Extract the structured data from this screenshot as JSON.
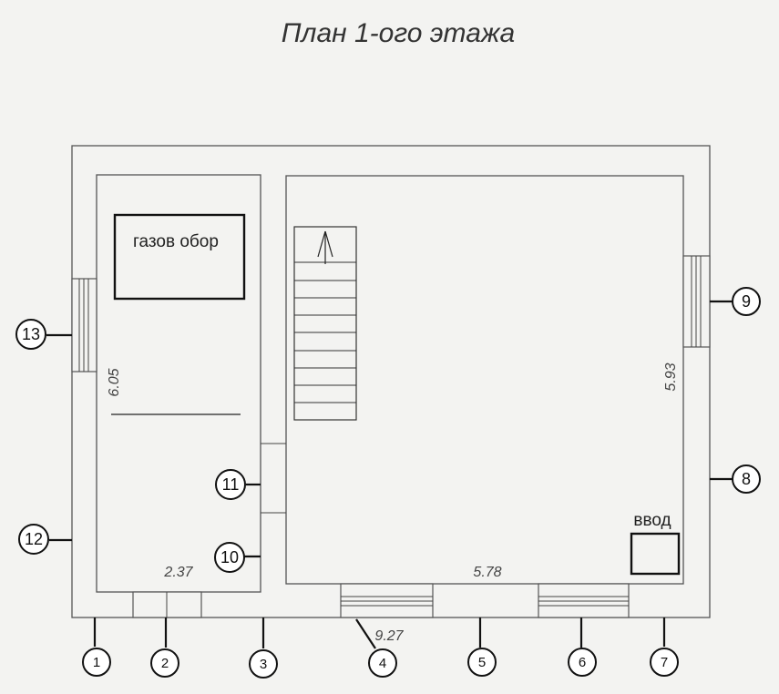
{
  "title": "План 1-ого этажа",
  "rooms": {
    "gas_equipment_label": "газов обор",
    "entry_label": "ввод"
  },
  "dimensions": {
    "left_room_height": "6.05",
    "right_room_height": "5.93",
    "left_room_width": "2.37",
    "right_room_width": "5.78",
    "total_width": "9.27"
  },
  "markers": {
    "m1": "1",
    "m2": "2",
    "m3": "3",
    "m4": "4",
    "m5": "5",
    "m6": "6",
    "m7": "7",
    "m8": "8",
    "m9": "9",
    "m10": "10",
    "m11": "11",
    "m12": "12",
    "m13": "13"
  },
  "staircase": {
    "direction": "up"
  }
}
